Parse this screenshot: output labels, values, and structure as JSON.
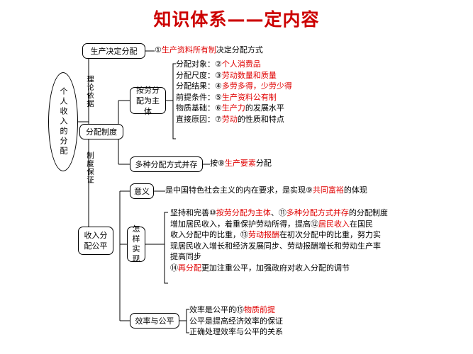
{
  "title": "知识体系——定内容",
  "nodes": {
    "root": "个人收入的分配",
    "branch1_label": "理论依据",
    "branch2_label": "制度保证",
    "node_shengchan": "生产决定分配",
    "node_fenpei_zhidu": "分配制度",
    "node_anlao": "按劳分配为主体",
    "node_duozhong": "多种分配方式并存",
    "node_shouru_gongping": "收入分配公平",
    "node_yiyi": "意义",
    "node_zenyang": "怎样实现",
    "node_xiaolv": "效率与公平"
  },
  "content": {
    "line_shengchan": [
      {
        "t": "①",
        "c": "black"
      },
      {
        "t": "生产资料所有制",
        "c": "red"
      },
      {
        "t": "决定分配方式",
        "c": "black"
      }
    ],
    "anlao_rows": [
      {
        "label": "分配对象：",
        "num": "②",
        "red": "个人消费品",
        "tail": ""
      },
      {
        "label": "分配尺度：",
        "num": "③",
        "red": "劳动数量和质量",
        "tail": ""
      },
      {
        "label": "分配结果：",
        "num": "④",
        "red": "多劳多得，少劳少得",
        "tail": ""
      },
      {
        "label": "前提条件：",
        "num": "⑤",
        "red": "生产资料公有制",
        "tail": ""
      },
      {
        "label": "物质基础：",
        "num": "⑥",
        "red": "生产力",
        "tail": "的发展水平"
      },
      {
        "label": "直接原因：",
        "num": "⑦",
        "red": "劳动",
        "tail": "的性质和特点"
      }
    ],
    "line_duozhong": [
      {
        "t": "按⑧",
        "c": "black"
      },
      {
        "t": "生产要素",
        "c": "red"
      },
      {
        "t": "分配",
        "c": "black"
      }
    ],
    "line_yiyi": [
      {
        "t": "是中国特色社会主义的内在要求，是实现⑨",
        "c": "black"
      },
      {
        "t": "共同富裕",
        "c": "red"
      },
      {
        "t": "的体现",
        "c": "black"
      }
    ],
    "zenyang_lines": [
      [
        {
          "t": "坚持和完善⑩",
          "c": "black"
        },
        {
          "t": "按劳分配为主体",
          "c": "red"
        },
        {
          "t": "、⑪",
          "c": "black"
        },
        {
          "t": "多种分配方式并存",
          "c": "red"
        },
        {
          "t": "的分配制度",
          "c": "black"
        }
      ],
      [
        {
          "t": "增加居民收入，着重保护劳动所得，提高⑫",
          "c": "black"
        },
        {
          "t": "居民收入",
          "c": "red"
        },
        {
          "t": "在国民",
          "c": "black"
        }
      ],
      [
        {
          "t": "收入分配中的比重，⑬",
          "c": "black"
        },
        {
          "t": "劳动报酬",
          "c": "red"
        },
        {
          "t": "在初次分配中的比重，努力实",
          "c": "black"
        }
      ],
      [
        {
          "t": "现居民收入增长和经济发展同步、劳动报酬增长和劳动生产率",
          "c": "black"
        }
      ],
      [
        {
          "t": "提高同步",
          "c": "black"
        }
      ],
      [
        {
          "t": "⑭",
          "c": "black"
        },
        {
          "t": "再分配",
          "c": "red"
        },
        {
          "t": "更加注重公平，加强政府对收入分配的调节",
          "c": "black"
        }
      ]
    ],
    "xiaolv_lines": [
      [
        {
          "t": "效率是公平的⑮",
          "c": "black"
        },
        {
          "t": "物质前提",
          "c": "red"
        }
      ],
      [
        {
          "t": "公平是提高经济效率的保证",
          "c": "black"
        }
      ],
      [
        {
          "t": "正确处理效率与公平的关系",
          "c": "black"
        }
      ]
    ]
  },
  "colors": {
    "title": "#cc0000",
    "accent": "#e00000",
    "text": "#000000",
    "line": "#000000"
  }
}
